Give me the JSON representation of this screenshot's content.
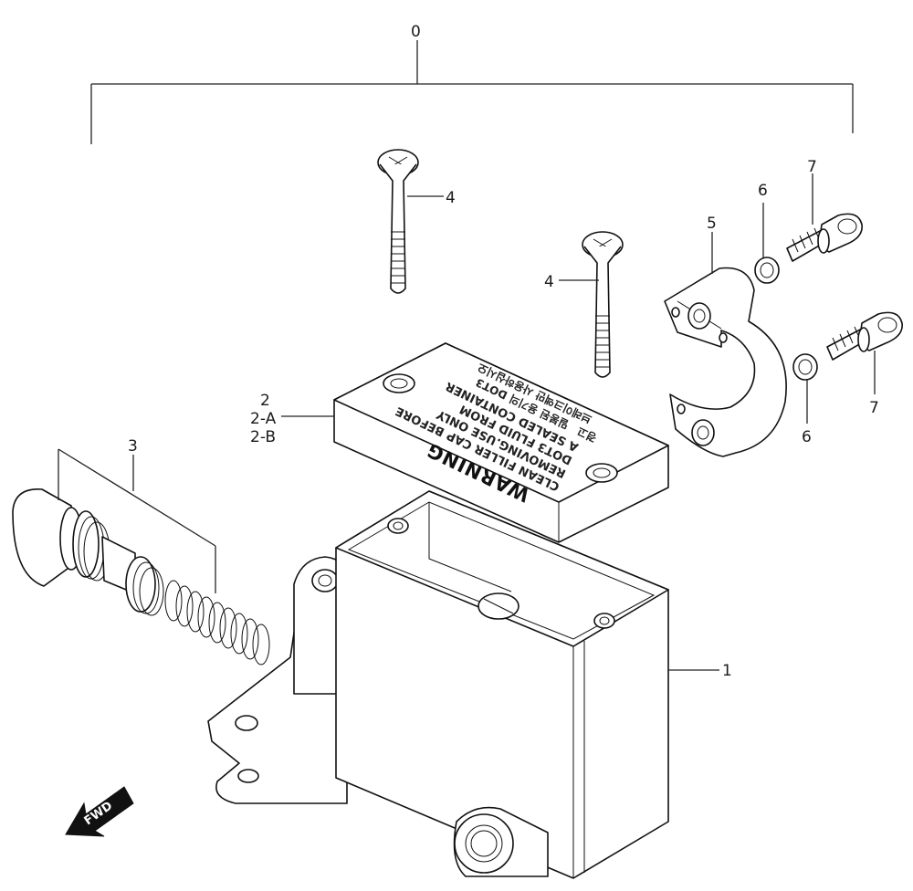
{
  "labels": {
    "assembly": "0",
    "body": "1",
    "cover": "2",
    "cover_a": "2-A",
    "cover_b": "2-B",
    "piston": "3",
    "screw_left": "4",
    "screw_right": "4",
    "holder": "5",
    "washer_top": "6",
    "washer_bottom": "6",
    "bolt_top": "7",
    "bolt_bottom": "7"
  },
  "cap_text": {
    "heading": "WARNING",
    "line1": "CLEAN FILLER CAP BEFORE",
    "line2": "REMOVING.USE ONLY",
    "line3": "DOT3 FLUID FROM",
    "line4": "A SEALED CONTAINER",
    "korean1": "경고",
    "korean2": "밀봉된 용기의 DOT3",
    "korean3": "브레이크액만 사용하십시오"
  },
  "direction": {
    "label": "FWD"
  }
}
